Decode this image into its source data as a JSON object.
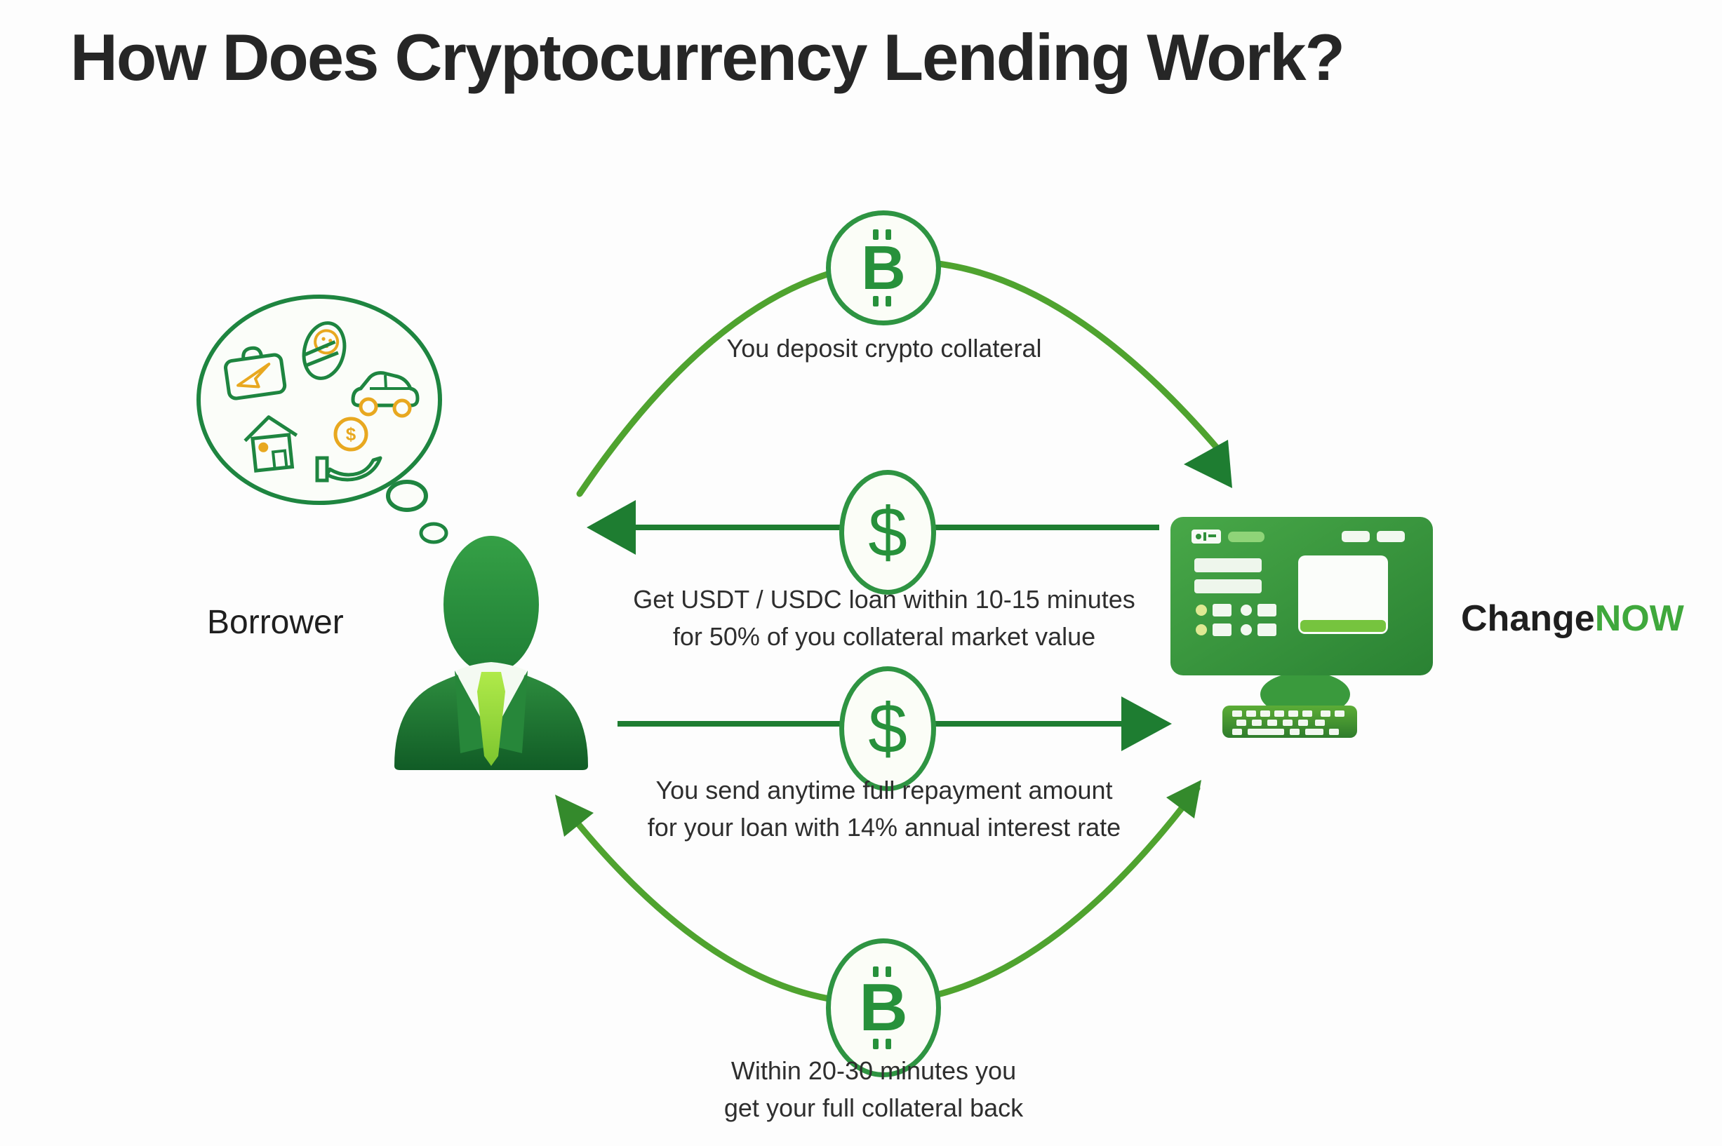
{
  "title": "How Does Cryptocurrency Lending Work?",
  "borrower": {
    "label": "Borrower"
  },
  "platform": {
    "brand_prefix": "Change",
    "brand_suffix": "NOW"
  },
  "steps": [
    {
      "name": "deposit-collateral",
      "badge_symbol": "₿",
      "badge_base": "B",
      "line1": "You deposit crypto collateral",
      "line2": ""
    },
    {
      "name": "receive-loan",
      "badge_symbol": "$",
      "line1": "Get USDT / USDC loan within 10-15 minutes",
      "line2": "for 50% of you collateral market value"
    },
    {
      "name": "repay-loan",
      "badge_symbol": "$",
      "line1": "You send anytime full repayment amount",
      "line2": "for your loan with 14% annual interest rate"
    },
    {
      "name": "collateral-returned",
      "badge_symbol": "₿",
      "badge_base": "B",
      "line1": "Within 20-30 minutes you",
      "line2": "get your full collateral back"
    }
  ],
  "thought_bubble": {
    "coin_symbol": "$",
    "icons": [
      "travel-suitcase",
      "swaddled-baby",
      "car",
      "house",
      "coin-in-hand"
    ]
  },
  "colors": {
    "arc_green": "#4fa32f",
    "arrow_green": "#1e7d31",
    "badge_border_green": "#2e9442",
    "glyph_green": "#27913b",
    "brand_green": "#3fa83c",
    "figure_green": "#2e8f3c",
    "accent_yellow": "#e8a820",
    "text_dark": "#2e2e2e"
  }
}
